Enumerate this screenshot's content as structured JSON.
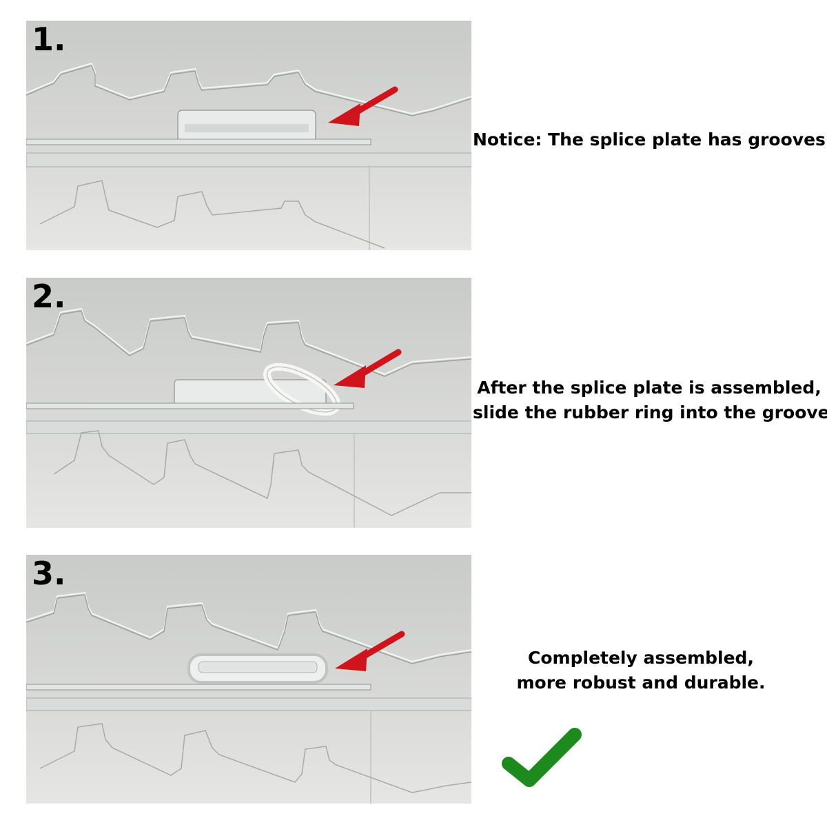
{
  "steps": [
    {
      "number": "1.",
      "caption_lines": [
        "Notice: The splice plate has grooves."
      ]
    },
    {
      "number": "2.",
      "caption_lines": [
        "After the splice plate is assembled,",
        "slide the rubber ring into the groove."
      ]
    },
    {
      "number": "3.",
      "caption_lines": [
        "Completely assembled,",
        "more robust and durable."
      ]
    }
  ],
  "colors": {
    "arrow": "#d0141c",
    "checkmark": "#1c8a1c",
    "background": "#ffffff"
  },
  "icons": [
    "red-arrow-icon",
    "green-checkmark-icon"
  ]
}
